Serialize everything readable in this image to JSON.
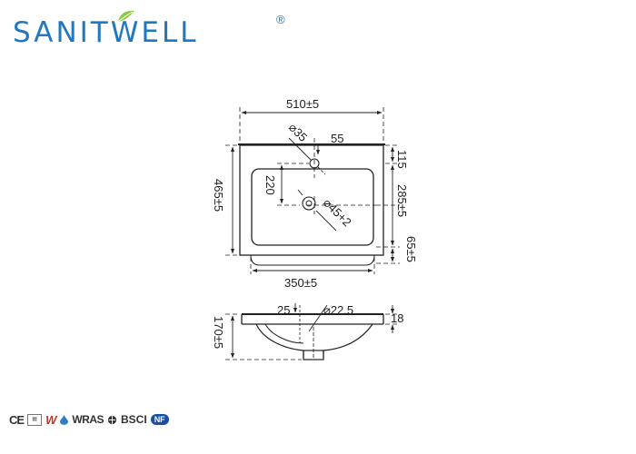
{
  "brand": {
    "name": "SANITWELL",
    "registered_mark": "®",
    "color": "#1f78c1",
    "leaf_color": "#8cc63f"
  },
  "top_view": {
    "overall_width": "510±5",
    "tap_hole_diameter": "⌀35",
    "tap_hole_offset": "55",
    "overall_depth": "465±5",
    "tap_to_drain": "220",
    "drain_diameter": "⌀45+2",
    "back_rim": "115",
    "drain_to_front": "285±5",
    "front_rim": "65±5",
    "bowl_width": "350±5"
  },
  "side_view": {
    "overflow_depth": "25",
    "overflow_diameter": "⌀22.5",
    "rim_thickness": "18",
    "overall_height": "170±5"
  },
  "certifications": {
    "ce": "CE",
    "w": "W",
    "wras": "WRAS",
    "bsci": "BSCI",
    "nf": "NF",
    "wras_color": "#2d7fc1",
    "nf_color": "#1a4fa0"
  }
}
